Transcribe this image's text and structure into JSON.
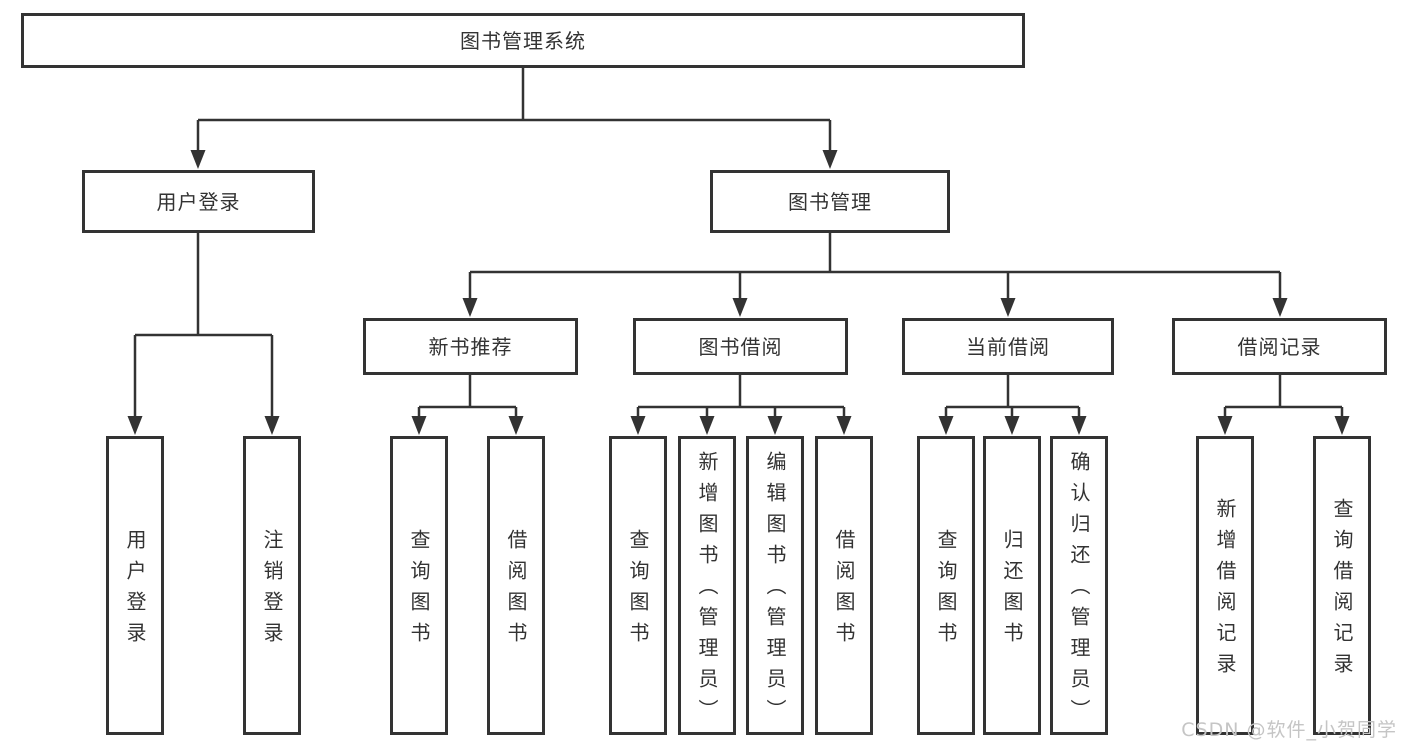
{
  "diagram": {
    "root": {
      "label": "图书管理系统"
    },
    "level2": [
      {
        "label": "用户登录"
      },
      {
        "label": "图书管理"
      }
    ],
    "level3": [
      {
        "label": "新书推荐"
      },
      {
        "label": "图书借阅"
      },
      {
        "label": "当前借阅"
      },
      {
        "label": "借阅记录"
      }
    ],
    "leaves": {
      "user_login": [
        "用户登录",
        "注销登录"
      ],
      "new_book": [
        "查询图书",
        "借阅图书"
      ],
      "book_borrow": [
        "查询图书",
        "新增图书（管理员）",
        "编辑图书（管理员）",
        "借阅图书"
      ],
      "current_borrow": [
        "查询图书",
        "归还图书",
        "确认归还（管理员）"
      ],
      "borrow_records": [
        "新增借阅记录",
        "查询借阅记录"
      ]
    }
  },
  "watermark": {
    "text": "CSDN @软件_小贺同学"
  },
  "colors": {
    "line": "#333333",
    "box_border": "#333333",
    "text": "#333333",
    "watermark": "#c5c5c5",
    "background": "#ffffff"
  }
}
